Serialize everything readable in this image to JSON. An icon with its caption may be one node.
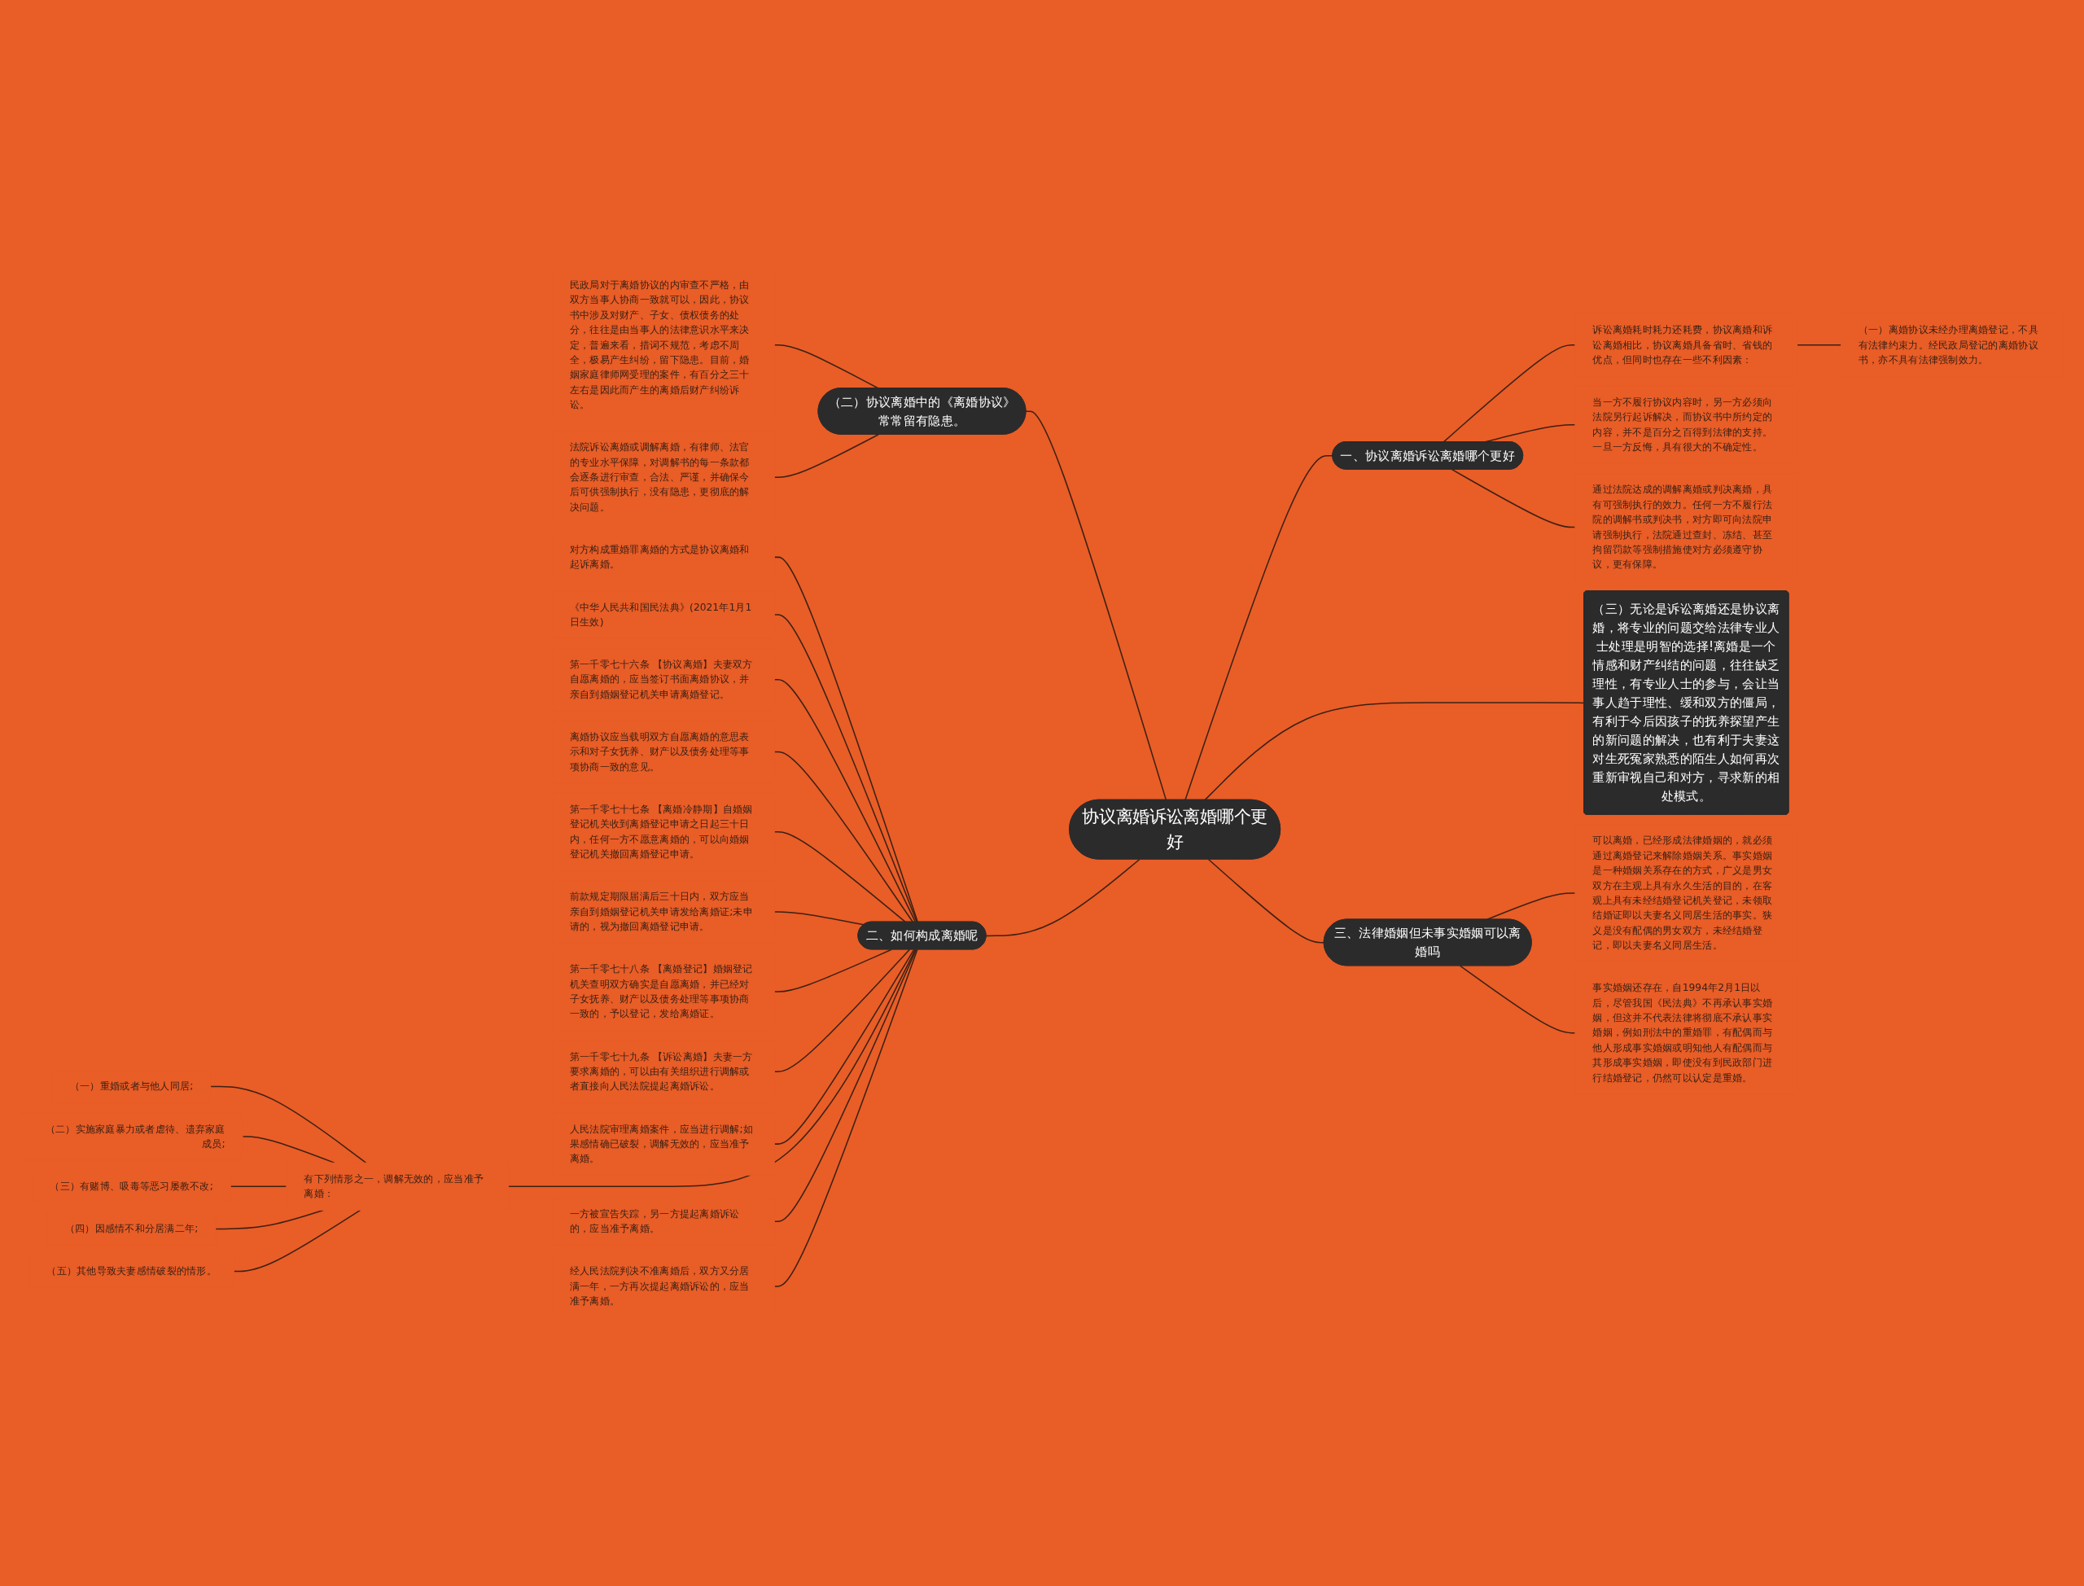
{
  "diagram": {
    "nodes": [
      {
        "text": [
          "协议离婚诉讼离婚哪个更好"
        ]
      },
      {
        "text": [
          "一、协议离婚诉讼离婚哪个更好"
        ]
      },
      {
        "text": [
          "诉讼离婚耗时耗力还耗费，协议离婚和诉讼离婚相比，协议离婚具备省时、省钱的优点，但同时也存在一些不利因素："
        ]
      },
      {
        "text": [
          "（一）离婚协议未经办理离婚登记，不具有法律约束力。经民政局登记的离婚协议书，亦不具有法律强制效力。"
        ]
      },
      {
        "text": [
          "当一方不履行协议内容时，另一方必须向法院另行起诉解决，而协议书中所约定的内容，并不是百分之百得到法律的支持。一旦一方反悔，具有很大的不确定性。"
        ]
      },
      {
        "text": [
          "通过法院达成的调解离婚或判决离婚，具有可强制执行的效力。任何一方不履行法院的调解书或判决书，对方即可向法院申请强制执行，法院通过查封、冻结、甚至拘留罚款等强制措施使对方必须遵守协议，更有保障。"
        ]
      },
      {
        "text": [
          "（三）无论是诉讼离婚还是协议离婚，将专业的问题交给法律专业人士处理是明智的选择!离婚是一个情感和财产纠结的问题，往往缺乏理性，有专业人士的参与，会让当事人趋于理性、缓和双方的僵局，有利于今后因孩子的抚养探望产生的新问题的解决，也有利于夫妻这对生死冤家熟悉的陌生人如何再次重新审视自己和对方，寻求新的相处模式。"
        ]
      },
      {
        "text": [
          "三、法律婚姻但未事实婚姻可以离婚吗"
        ]
      },
      {
        "text": [
          "可以离婚，已经形成法律婚姻的，就必须通过离婚登记来解除婚姻关系。事实婚姻是一种婚姻关系存在的方式，广义是男女双方在主观上具有永久生活的目的，在客观上具有未经结婚登记机关登记，未领取结婚证即以夫妻名义同居生活的事实。狭义是没有配偶的男女双方，未经结婚登记，即以夫妻名义同居生活。"
        ]
      },
      {
        "text": [
          "事实婚姻还存在，自1994年2月1日以后，尽管我国《民法典》不再承认事实婚姻，但这并不代表法律将彻底不承认事实婚姻，例如刑法中的重婚罪，有配偶而与他人形成事实婚姻或明知他人有配偶而与其形成事实婚姻，即使没有到民政部门进行结婚登记，仍然可以认定是重婚。"
        ]
      },
      {
        "text": [
          "（二）协议离婚中的《离婚协议》常常留有隐患。"
        ]
      },
      {
        "text": [
          "民政局对于离婚协议的内审查不严格，由双方当事人协商一致就可以，因此，协议书中涉及对财产、子女、债权债务的处分，往往是由当事人的法律意识水平来决定，普遍来看，措词不规范，考虑不周全，极易产生纠纷，留下隐患。目前，婚姻家庭律师网受理的案件，有百分之三十左右是因此而产生的离婚后财产纠纷诉讼。"
        ]
      },
      {
        "text": [
          "法院诉讼离婚或调解离婚，有律师、法官的专业水平保障，对调解书的每一条款都会逐条进行审查，合法、严谨，并确保今后可供强制执行，没有隐患，更彻底的解决问题。"
        ]
      },
      {
        "text": [
          "二、如何构成离婚呢"
        ]
      },
      {
        "text": [
          "对方构成重婚罪离婚的方式是协议离婚和起诉离婚。"
        ]
      },
      {
        "text": [
          "《中华人民共和国民法典》(2021年1月1日生效)"
        ]
      },
      {
        "text": [
          "第一千零七十六条 【协议离婚】夫妻双方自愿离婚的，应当签订书面离婚协议，并亲自到婚姻登记机关申请离婚登记。"
        ]
      },
      {
        "text": [
          "离婚协议应当载明双方自愿离婚的意思表示和对子女抚养、财产以及债务处理等事项协商一致的意见。"
        ]
      },
      {
        "text": [
          "第一千零七十七条 【离婚冷静期】自婚姻登记机关收到离婚登记申请之日起三十日内，任何一方不愿意离婚的，可以向婚姻登记机关撤回离婚登记申请。"
        ]
      },
      {
        "text": [
          "前款规定期限届满后三十日内，双方应当亲自到婚姻登记机关申请发给离婚证;未申请的，视为撤回离婚登记申请。"
        ]
      },
      {
        "text": [
          "第一千零七十八条 【离婚登记】婚姻登记机关查明双方确实是自愿离婚，并已经对子女抚养、财产以及债务处理等事项协商一致的，予以登记，发给离婚证。"
        ]
      },
      {
        "text": [
          "第一千零七十九条 【诉讼离婚】夫妻一方要求离婚的，可以由有关组织进行调解或者直接向人民法院提起离婚诉讼。"
        ]
      },
      {
        "text": [
          "人民法院审理离婚案件，应当进行调解;如果感情确已破裂，调解无效的，应当准予离婚。"
        ]
      },
      {
        "text": [
          "有下列情形之一，调解无效的，应当准予离婚："
        ]
      },
      {
        "text": [
          "（一）重婚或者与他人同居;"
        ]
      },
      {
        "text": [
          "（二）实施家庭暴力或者虐待、遗弃家庭成员;"
        ]
      },
      {
        "text": [
          "（三）有赌博、吸毒等恶习屡教不改;"
        ]
      },
      {
        "text": [
          "（四）因感情不和分居满二年;"
        ]
      },
      {
        "text": [
          "（五）其他导致夫妻感情破裂的情形。"
        ]
      },
      {
        "text": [
          "一方被宣告失踪，另一方提起离婚诉讼的，应当准予离婚。"
        ]
      },
      {
        "text": [
          "经人民法院判决不准离婚后，双方又分居满一年，一方再次提起离婚诉讼的，应当准予离婚。"
        ]
      }
    ],
    "edges": [
      {
        "from": 0,
        "to": 1,
        "arrow": "none"
      },
      {
        "from": 1,
        "to": 2,
        "arrow": "none"
      },
      {
        "from": 2,
        "to": 3,
        "arrow": "none"
      },
      {
        "from": 1,
        "to": 4,
        "arrow": "none"
      },
      {
        "from": 1,
        "to": 5,
        "arrow": "none"
      },
      {
        "from": 0,
        "to": 6,
        "arrow": "none"
      },
      {
        "from": 0,
        "to": 7,
        "arrow": "none"
      },
      {
        "from": 7,
        "to": 8,
        "arrow": "none"
      },
      {
        "from": 7,
        "to": 9,
        "arrow": "none"
      },
      {
        "from": 10,
        "to": 0,
        "arrow": "none"
      },
      {
        "from": 11,
        "to": 10,
        "arrow": "none"
      },
      {
        "from": 12,
        "to": 10,
        "arrow": "none"
      },
      {
        "from": 13,
        "to": 0,
        "arrow": "none"
      },
      {
        "from": 14,
        "to": 13,
        "arrow": "none"
      },
      {
        "from": 15,
        "to": 13,
        "arrow": "none"
      },
      {
        "from": 16,
        "to": 13,
        "arrow": "none"
      },
      {
        "from": 17,
        "to": 13,
        "arrow": "none"
      },
      {
        "from": 18,
        "to": 13,
        "arrow": "none"
      },
      {
        "from": 19,
        "to": 13,
        "arrow": "none"
      },
      {
        "from": 20,
        "to": 13,
        "arrow": "none"
      },
      {
        "from": 21,
        "to": 13,
        "arrow": "none"
      },
      {
        "from": 22,
        "to": 13,
        "arrow": "none"
      },
      {
        "from": 23,
        "to": 13,
        "arrow": "none"
      },
      {
        "from": 24,
        "to": 23,
        "arrow": "none"
      },
      {
        "from": 25,
        "to": 23,
        "arrow": "none"
      },
      {
        "from": 26,
        "to": 23,
        "arrow": "none"
      },
      {
        "from": 27,
        "to": 23,
        "arrow": "none"
      },
      {
        "from": 28,
        "to": 23,
        "arrow": "none"
      },
      {
        "from": 29,
        "to": 13,
        "arrow": "none"
      },
      {
        "from": 30,
        "to": 13,
        "arrow": "none"
      }
    ]
  }
}
